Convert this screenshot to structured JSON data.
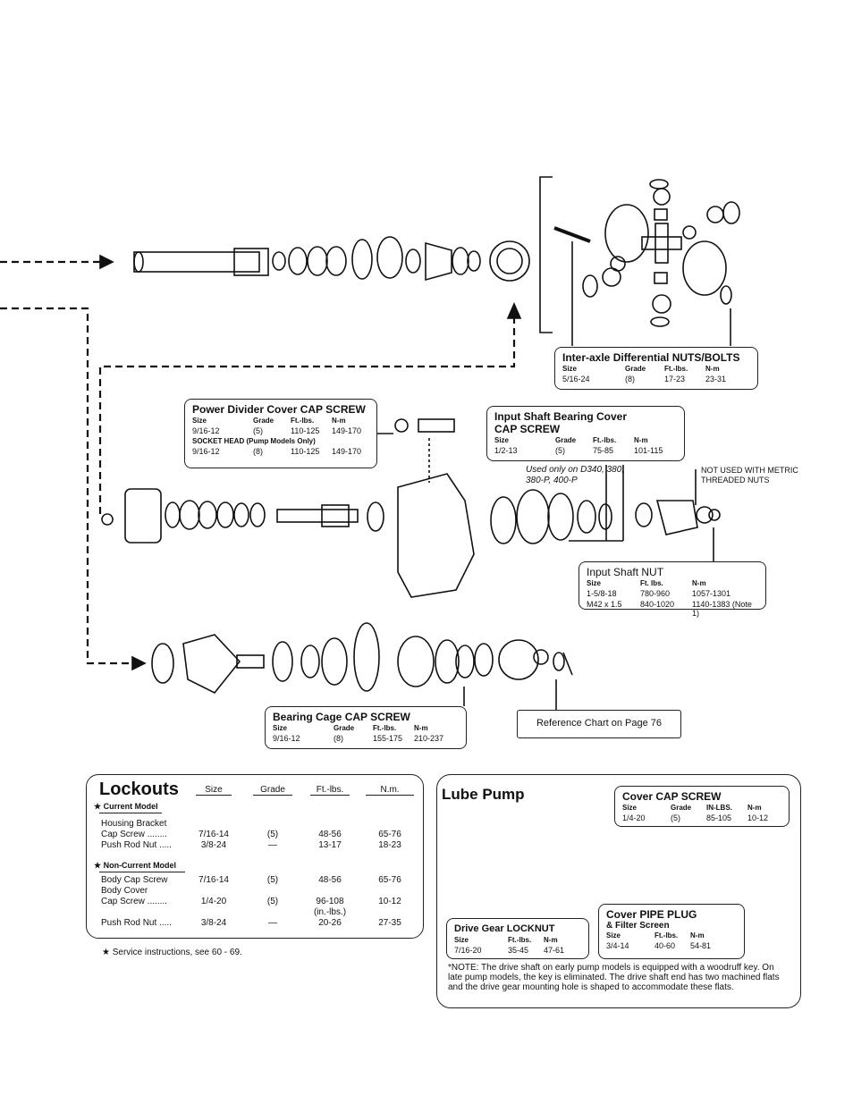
{
  "inter_axle": {
    "title": "Inter-axle Differential NUTS/BOLTS",
    "headers": [
      "Size",
      "Grade",
      "Ft.-lbs.",
      "N-m"
    ],
    "row": [
      "5/16-24",
      "(8)",
      "17-23",
      "23-31"
    ]
  },
  "power_divider": {
    "title": "Power Divider Cover CAP SCREW",
    "headers": [
      "Size",
      "Grade",
      "Ft.-lbs.",
      "N-m"
    ],
    "row": [
      "9/16-12",
      "(5)",
      "110-125",
      "149-170"
    ],
    "subtitle": "SOCKET HEAD (Pump Models Only)",
    "row2": [
      "9/16-12",
      "(8)",
      "110-125",
      "149-170"
    ]
  },
  "input_bearing": {
    "title_line1": "Input Shaft Bearing Cover",
    "title_line2": "CAP SCREW",
    "headers": [
      "Size",
      "Grade",
      "Ft.-lbs.",
      "N-m"
    ],
    "row": [
      "1/2-13",
      "(5)",
      "75-85",
      "101-115"
    ]
  },
  "used_only": "Used only on D340, 380, 380-P, 400-P",
  "not_used": "NOT USED WITH METRIC THREADED NUTS",
  "input_nut": {
    "title": "Input Shaft NUT",
    "headers": [
      "Size",
      "Ft. lbs.",
      "N-m"
    ],
    "row1": [
      "1-5/8-18",
      "780-960",
      "1057-1301"
    ],
    "row2": [
      "M42 x 1.5",
      "840-1020",
      "1140-1383 (Note 1)"
    ]
  },
  "bearing_cage": {
    "title": "Bearing Cage CAP SCREW",
    "headers": [
      "Size",
      "Grade",
      "Ft.-lbs.",
      "N-m"
    ],
    "row": [
      "9/16-12",
      "(8)",
      "155-175",
      "210-237"
    ]
  },
  "reference": "Reference Chart on Page 76",
  "lockouts": {
    "title": "Lockouts",
    "headers": [
      "Size",
      "Grade",
      "Ft.-lbs.",
      "N.m."
    ],
    "current_model": "★ Current Model",
    "housing_bracket": "Housing Bracket",
    "current_rows": [
      {
        "label": "Cap Screw ........",
        "size": "7/16-14",
        "grade": "(5)",
        "ft": "48-56",
        "nm": "65-76"
      },
      {
        "label": "Push Rod Nut .....",
        "size": "3/8-24",
        "grade": "—",
        "ft": "13-17",
        "nm": "18-23"
      }
    ],
    "non_current_model": "★ Non-Current Model",
    "noncurrent_row1": {
      "label": "Body Cap Screw",
      "size": "7/16-14",
      "grade": "(5)",
      "ft": "48-56",
      "nm": "65-76"
    },
    "body_cover": "Body Cover",
    "noncurrent_row2": {
      "label": "Cap Screw ........",
      "size": "1/4-20",
      "grade": "(5)",
      "ft": "96-108",
      "nm": "10-12"
    },
    "in_lbs": "(in.-lbs.)",
    "noncurrent_row3": {
      "label": "Push Rod Nut .....",
      "size": "3/8-24",
      "grade": "—",
      "ft": "20-26",
      "nm": "27-35"
    }
  },
  "service_note": "★ Service instructions, see 60 - 69.",
  "lube_pump": {
    "title": "Lube Pump",
    "cover_cap": {
      "title": "Cover CAP SCREW",
      "headers": [
        "Size",
        "Grade",
        "IN-LBS.",
        "N-m"
      ],
      "row": [
        "1/4-20",
        "(5)",
        "85-105",
        "10-12"
      ]
    },
    "pipe_plug": {
      "title_line1": "Cover PIPE PLUG",
      "title_line2": "& Filter Screen",
      "headers": [
        "Size",
        "Ft.-lbs.",
        "N-m"
      ],
      "row": [
        "3/4-14",
        "40-60",
        "54-81"
      ]
    },
    "drive_gear": {
      "title": "Drive Gear LOCKNUT",
      "headers": [
        "Size",
        "Ft.-lbs.",
        "N-m"
      ],
      "row": [
        "7/16-20",
        "35-45",
        "47-61"
      ]
    },
    "note": "*NOTE: The drive shaft on early pump models is equipped with a woodruff key. On late pump models, the key is eliminated. The drive shaft end has two machined flats and the drive gear mounting hole is shaped to accommodate these flats."
  }
}
